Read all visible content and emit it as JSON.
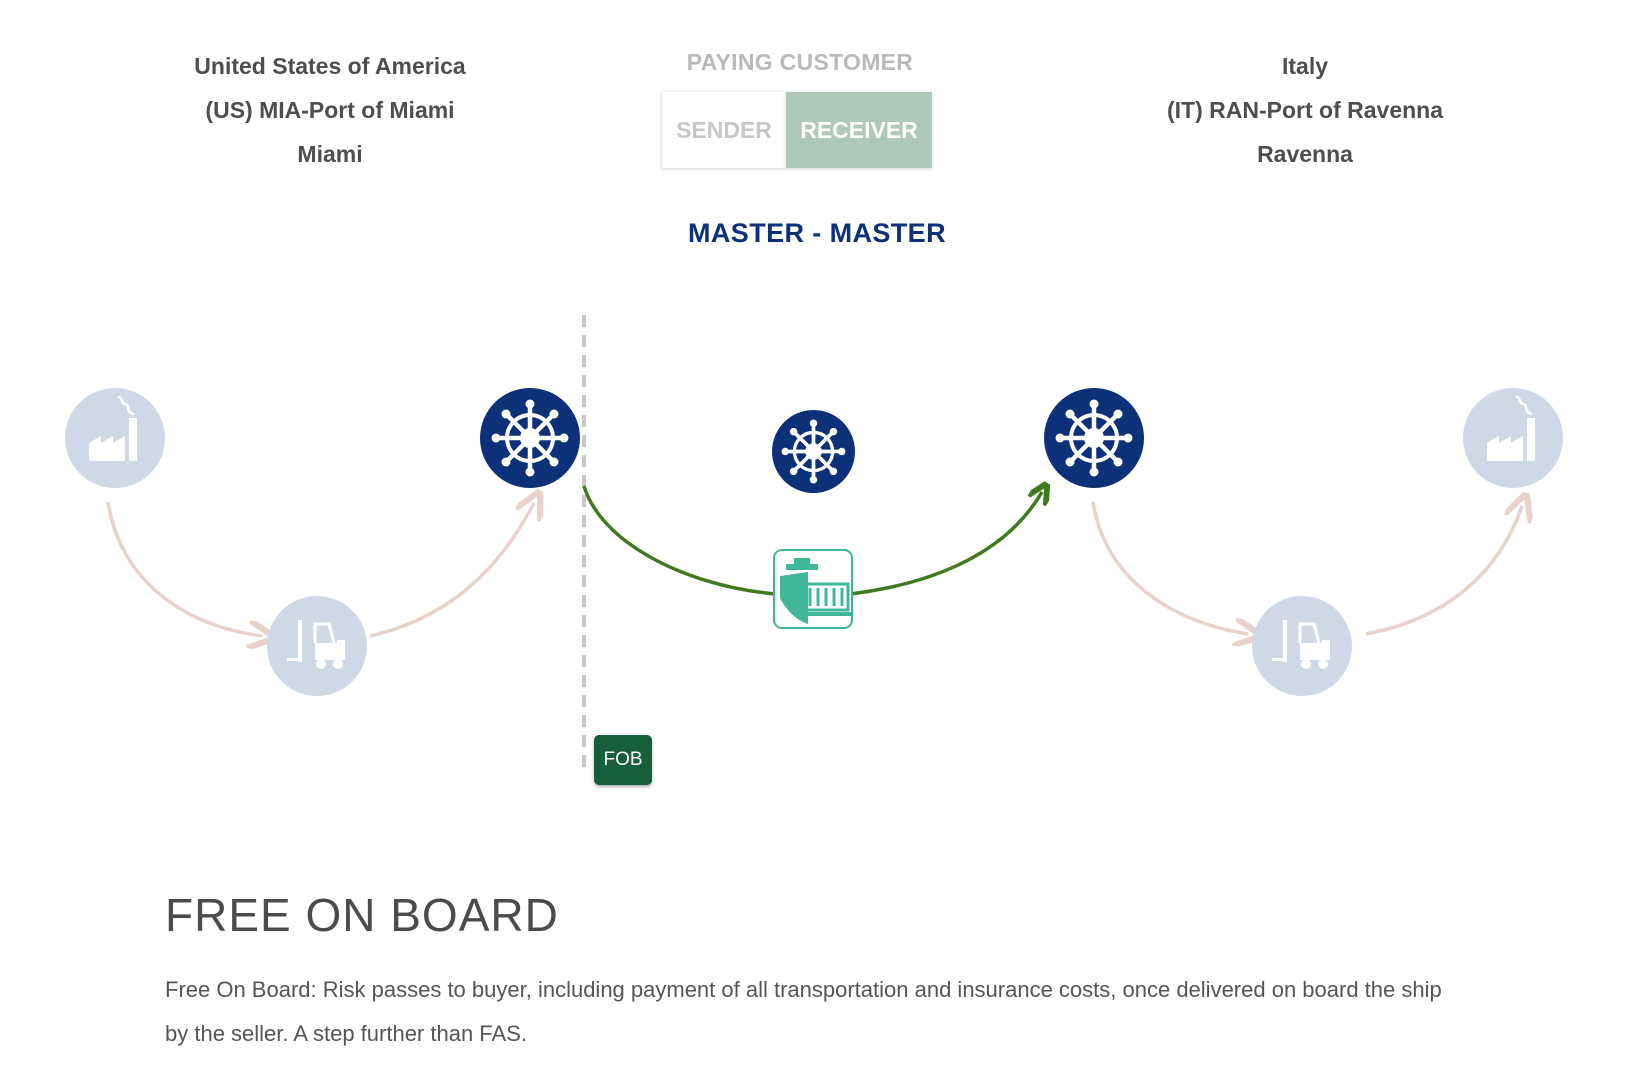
{
  "origin": {
    "country": "United States of America",
    "port": "(US) MIA-Port of Miami",
    "city": "Miami"
  },
  "destination": {
    "country": "Italy",
    "port": "(IT) RAN-Port of Ravenna",
    "city": "Ravenna"
  },
  "paying_customer": {
    "label": "PAYING CUSTOMER",
    "sender_label": "SENDER",
    "receiver_label": "RECEIVER",
    "selected": "RECEIVER"
  },
  "mode_title": "MASTER - MASTER",
  "route": {
    "nodes": [
      "factory-icon",
      "forklift-icon",
      "ship-wheel-icon",
      "ship-wheel-icon",
      "ship-wheel-icon",
      "forklift-icon",
      "factory-icon"
    ],
    "transport_icon": "container-ship-icon",
    "risk_transfer_label": "FOB"
  },
  "incoterm": {
    "title": "FREE ON BOARD",
    "description": "Free On Board: Risk passes to buyer, including payment of all transportation and insurance costs, once delivered on board the ship by the seller. A step further than FAS."
  },
  "colors": {
    "navy": "#0d3178",
    "inactive_node": "#cfd8e6",
    "active_route": "#3f7a21",
    "inactive_route": "#e9d2cb",
    "fob_badge": "#175e3a",
    "container_icon": "#3fb89a",
    "receiver_selected": "#aec8b9"
  }
}
